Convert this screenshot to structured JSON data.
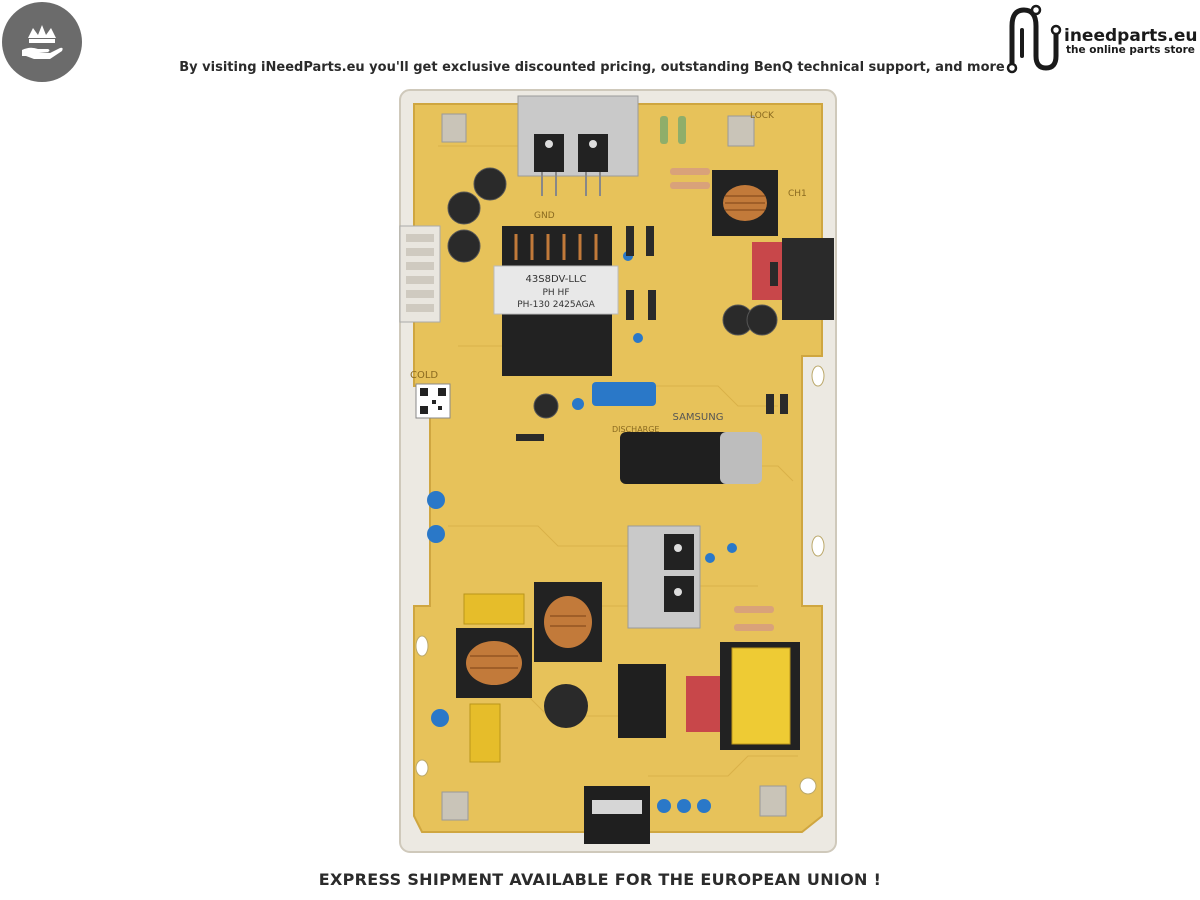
{
  "header": {
    "badge_icon": "crown-hand-icon",
    "tagline": "By visiting iNeedParts.eu you'll get exclusive discounted pricing, outstanding BenQ technical support, and more"
  },
  "logo": {
    "name": "ineedparts.eu",
    "tagline": "the online parts store",
    "icon": "plug-cable-icon"
  },
  "board": {
    "image_subject": "power-supply-board",
    "brand_mark": "SAMSUNG",
    "transformer_label_1": "43S8DV-LLC",
    "transformer_label_2": "PH        HF",
    "transformer_label_3": "PH-130 2425AGA",
    "silk_cold": "COLD",
    "silk_gnd": "GND",
    "silk_lock": "LOCK",
    "silk_ch1": "CH1",
    "silk_discharge": "DISCHARGE",
    "colors": {
      "pcb": "#e7c25a",
      "frame": "#ece9e2",
      "component_black": "#222222",
      "copper": "#c27a3a",
      "capacitor_blue": "#2a78c8"
    }
  },
  "footer": {
    "text": "EXPRESS SHIPMENT AVAILABLE FOR THE EUROPEAN UNION !"
  }
}
